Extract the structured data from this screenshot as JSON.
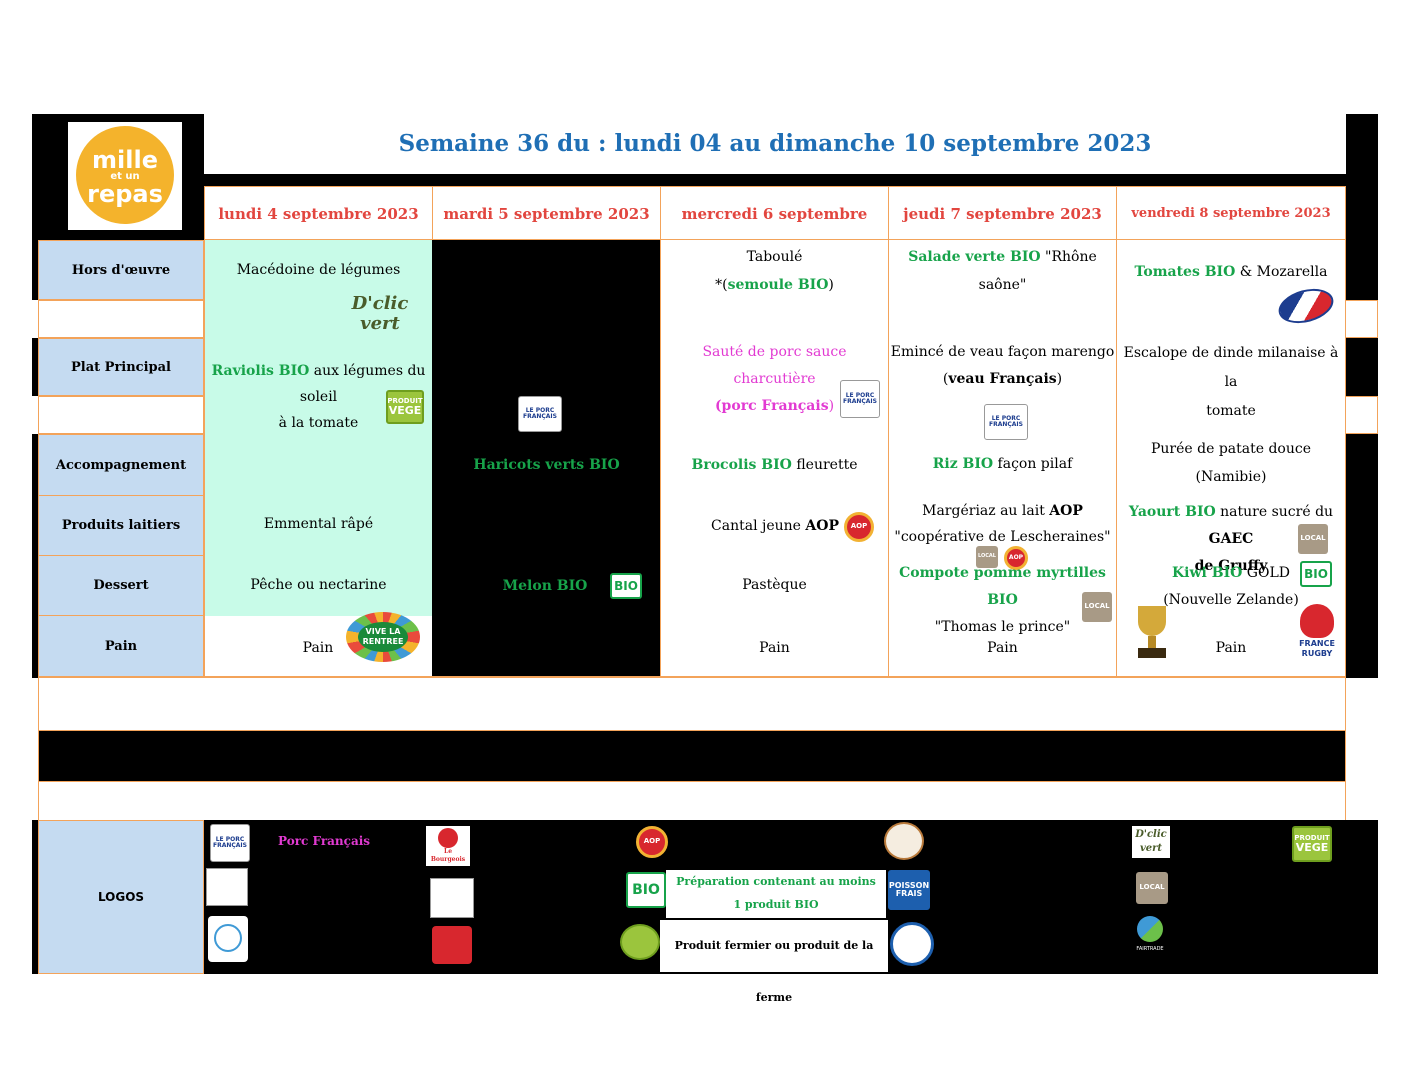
{
  "header": {
    "title": "Semaine 36 du : lundi 04 au dimanche 10 septembre 2023"
  },
  "brand": {
    "line1": "mille",
    "line2": "et un",
    "line3": "repas"
  },
  "days": [
    "lundi 4 septembre 2023",
    "mardi 5 septembre 2023",
    "mercredi 6 septembre 2023",
    "jeudi 7 septembre 2023",
    "vendredi 8 septembre 2023"
  ],
  "rows": [
    "Hors d'œuvre",
    "Plat Principal",
    "Accompagnement",
    "Produits laitiers",
    "Dessert",
    "Pain"
  ],
  "lundi": {
    "hors": "Macédoine de légumes",
    "plat_a": "Raviolis BIO",
    "plat_b": " aux légumes du soleil",
    "plat_c": "à la tomate",
    "lait": "Emmental râpé",
    "dessert": "Pêche ou nectarine",
    "pain": "Pain"
  },
  "mardi": {
    "accomp": "Haricots verts BIO",
    "dessert": "Melon BIO"
  },
  "mercredi": {
    "hors_a": "Taboulé",
    "hors_b1": "*(",
    "hors_b2": "semoule BIO",
    "hors_b3": ")",
    "plat_a": "Sauté de porc sauce charcutière",
    "plat_b": "(porc Français",
    "plat_c": ")",
    "accomp_a": "Brocolis BIO",
    "accomp_b": " fleurette",
    "lait_a": "Cantal jeune ",
    "lait_b": "AOP",
    "dessert": "Pastèque",
    "pain": "Pain"
  },
  "jeudi": {
    "hors_a": "Salade verte BIO",
    "hors_b": " \"Rhône saône\"",
    "plat_a": "Emincé de veau façon marengo",
    "plat_b1": "(",
    "plat_b2": "veau Français",
    "plat_b3": ")",
    "accomp_a": "Riz BIO",
    "accomp_b": " façon pilaf",
    "lait_a": "Margériaz au lait ",
    "lait_b": "AOP",
    "lait_c": "\"coopérative de Lescheraines\"",
    "dessert_a": "Compote pomme myrtilles BIO",
    "dessert_b": "\"Thomas le prince\"",
    "pain": "Pain"
  },
  "vendredi": {
    "hors_a": "Tomates BIO",
    "hors_b": " & Mozarella",
    "plat_a": "Escalope de dinde milanaise à la",
    "plat_b": "tomate",
    "accomp": "Purée de patate douce (Namibie)",
    "lait_a": "Yaourt BIO",
    "lait_b": " nature sucré du ",
    "lait_c": "GAEC",
    "lait_d": "de Gruffy",
    "dessert_a": "Kiwi BIO",
    "dessert_b": " GOLD",
    "dessert_c": "(Nouvelle Zelande)",
    "pain": "Pain"
  },
  "badges": {
    "dclic_1": "D'clic",
    "dclic_2": "vert",
    "produit": "PRODUIT",
    "vege": "VEGE",
    "bio": "BIO",
    "local": "LOCAL",
    "aop": "AOP",
    "vive_1": "VIVE LA",
    "vive_2": "RENTREE",
    "france": "FRANCE",
    "rugby": "RUGBY",
    "porc_fr": "LE PORC FRANÇAIS",
    "poisson_1": "POISSON",
    "poisson_2": "FRAIS",
    "fairtrade": "FAIRTRADE"
  },
  "logos": {
    "label": "LOGOS",
    "porc_francais": "Porc Français",
    "preparation": "Préparation contenant au moins 1 produit BIO",
    "fermier": "Produit fermier ou produit de la ferme",
    "bourgeois": "Le Bourgeois du Chervin"
  },
  "colors": {
    "title_blue": "#1f6fb5",
    "day_red": "#e2463f",
    "bio_green": "#17a34a",
    "label_blue": "#c5dbf1",
    "mint": "#c8fbe8",
    "orange_border": "#f3a35a",
    "pink": "#e23ad2"
  }
}
